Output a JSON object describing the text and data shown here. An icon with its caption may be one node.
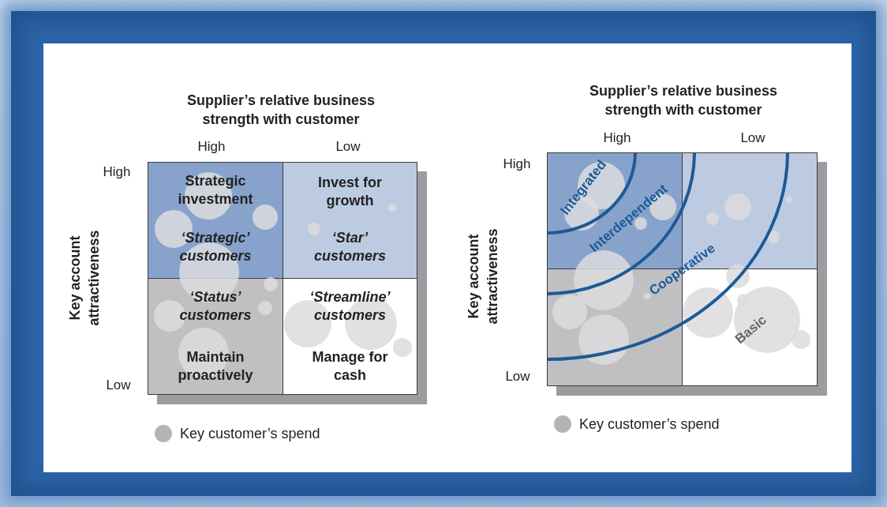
{
  "diagram": {
    "nodes": [
      {
        "text": [
          "Strategic investment",
          "‘Strategic’ customers"
        ]
      },
      {
        "text": [
          "Invest for growth",
          "‘Star’ customers"
        ]
      },
      {
        "text": [
          "‘Status’ customers",
          "Maintain proactively"
        ]
      },
      {
        "text": [
          "‘Streamline’ customers",
          "Manage for cash"
        ]
      },
      {
        "text": [],
        "shape": "box"
      },
      {
        "text": [],
        "shape": "box"
      },
      {
        "text": [],
        "shape": "box"
      },
      {
        "text": [],
        "shape": "box"
      }
    ],
    "labels": [
      "Supplier’s relative business strength with customer",
      "High",
      "Low",
      "High",
      "Key account attractiveness",
      "Low",
      "Supplier’s relative business strength with customer",
      "High",
      "Low",
      "High",
      "Key account attractiveness",
      "Low",
      "Integrated",
      "Interdependent",
      "Cooperative",
      "Basic"
    ],
    "legend": [
      {
        "text": "Key customer’s spend",
        "color": "#b4b4b8"
      },
      {
        "text": "Key customer’s spend",
        "color": "#b4b4b8"
      }
    ]
  }
}
